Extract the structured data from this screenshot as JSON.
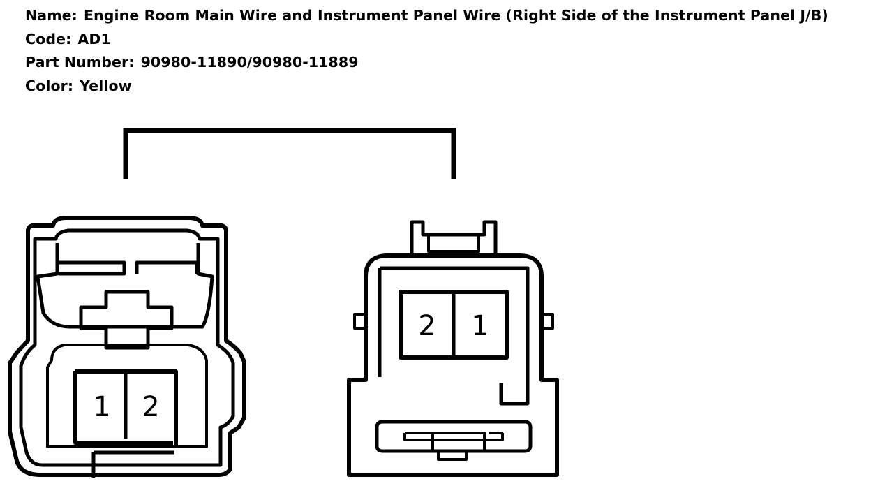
{
  "info": {
    "name_label": "Name:",
    "name_value": "Engine Room Main Wire and Instrument Panel Wire (Right Side of the Instrument Panel J/B)",
    "code_label": "Code:",
    "code_value": "AD1",
    "part_label": "Part Number:",
    "part_value": "90980-11890/90980-11889",
    "color_label": "Color:",
    "color_value": "Yellow"
  },
  "female_connector": {
    "pins": [
      "1",
      "2"
    ]
  },
  "male_connector": {
    "pins": [
      "2",
      "1"
    ]
  }
}
